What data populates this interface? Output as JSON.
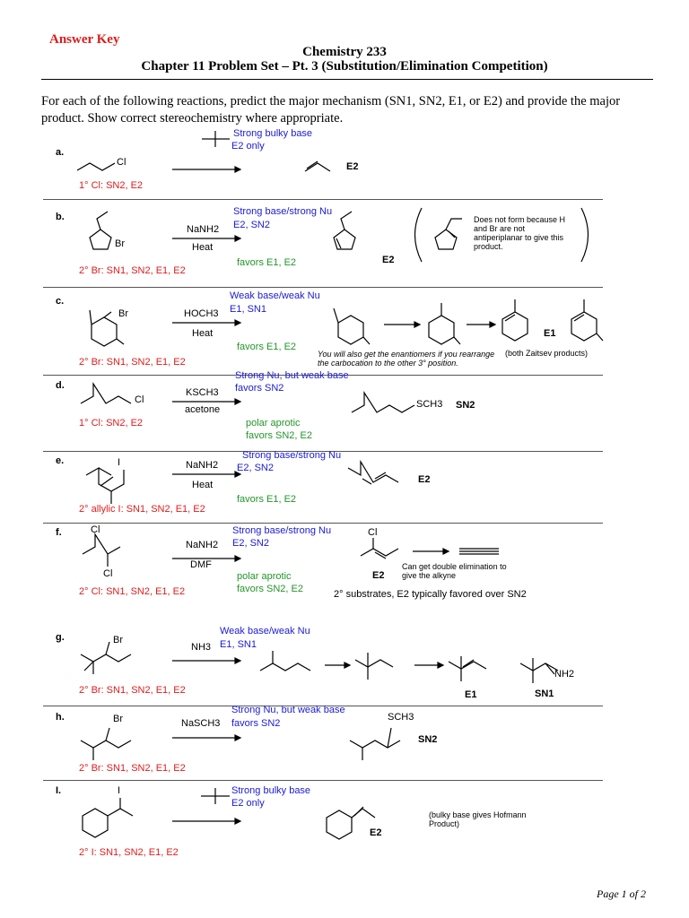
{
  "header": {
    "answer_key": "Answer Key",
    "course": "Chemistry 233",
    "title": "Chapter 11 Problem Set – Pt. 3 (Substitution/Elimination Competition)",
    "instructions": "For each of the following reactions, predict the major mechanism (SN1, SN2, E1, or E2) and provide the major product. Show correct stereochemistry where appropriate."
  },
  "problems": {
    "a": {
      "label": "a.",
      "substrate": "Cl",
      "classification": "1° Cl: SN2, E2",
      "conditions_note": "Strong bulky base",
      "mechanism_note": "E2 only",
      "product_label": "E2"
    },
    "b": {
      "label": "b.",
      "substrate": "Br",
      "reagent": "NaNH2",
      "condition": "Heat",
      "note1": "Strong base/strong Nu",
      "note2": "E2, SN2",
      "favors": "favors E1, E2",
      "classification": "2° Br: SN1, SN2, E1, E2",
      "product_label": "E2",
      "aside": "Does not form because H and Br are not antiperiplanar to give this product."
    },
    "c": {
      "label": "c.",
      "substrate": "Br",
      "reagent": "HOCH3",
      "condition": "Heat",
      "note1": "Weak base/weak Nu",
      "note2": "E1, SN1",
      "favors": "favors E1, E2",
      "classification": "2° Br: SN1, SN2, E1, E2",
      "footnote": "You will also get the enantiomers if you rearrange the carbocation to the other 3° position.",
      "product_note": "(both Zaitsev products)",
      "product_label": "E1"
    },
    "d": {
      "label": "d.",
      "substrate": "Cl",
      "reagent": "KSCH3",
      "condition": "acetone",
      "note1": "Strong Nu, but weak base",
      "note2": "favors SN2",
      "favors": "polar aprotic",
      "favors2": "favors SN2, E2",
      "classification": "1° Cl: SN2, E2",
      "product_group": "SCH3",
      "product_label": "SN2"
    },
    "e": {
      "label": "e.",
      "substrate": "I",
      "reagent": "NaNH2",
      "condition": "Heat",
      "note1": "Strong base/strong Nu",
      "note2": "E2, SN2",
      "favors": "favors E1, E2",
      "classification": "2° allylic I: SN1, SN2, E1, E2",
      "product_label": "E2"
    },
    "f": {
      "label": "f.",
      "substrate1": "Cl",
      "substrate2": "Cl",
      "reagent": "NaNH2",
      "condition": "DMF",
      "note1": "Strong base/strong Nu",
      "note2": "E2, SN2",
      "favors": "polar aprotic",
      "favors2": "favors SN2, E2",
      "classification": "2° Cl: SN1, SN2, E1, E2",
      "product_group": "Cl",
      "product_label": "E2",
      "aside": "Can get double elimination to give the alkyne",
      "general_note": "2° substrates, E2 typically favored over SN2"
    },
    "g": {
      "label": "g.",
      "substrate": "Br",
      "reagent": "NH3",
      "note1": "Weak base/weak Nu",
      "note2": "E1, SN1",
      "classification": "2° Br: SN1, SN2, E1, E2",
      "product_group": "NH2",
      "product_label1": "E1",
      "product_label2": "SN1"
    },
    "h": {
      "label": "h.",
      "substrate": "Br",
      "reagent": "NaSCH3",
      "note1": "Strong Nu, but weak base",
      "note2": "favors SN2",
      "classification": "2° Br: SN1, SN2, E1, E2",
      "product_group": "SCH3",
      "product_label": "SN2"
    },
    "i": {
      "label": "I.",
      "substrate": "I",
      "note1": "Strong bulky base",
      "note2": "E2 only",
      "classification": "2° I: SN1, SN2, E1, E2",
      "product_label": "E2",
      "aside": "(bulky base gives Hofmann Product)"
    }
  },
  "footer": {
    "page": "Page 1 of 2"
  }
}
